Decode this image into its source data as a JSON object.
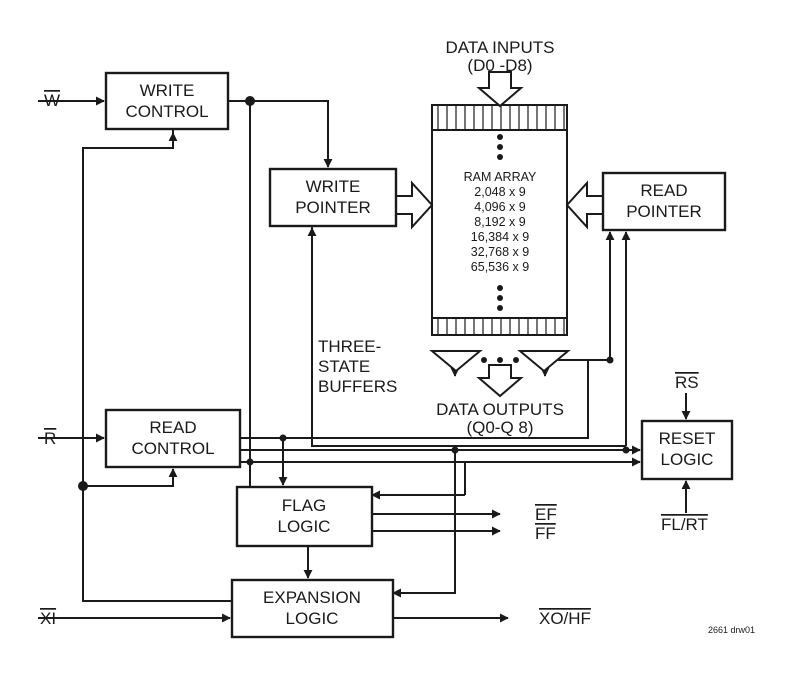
{
  "blocks": {
    "write_control": [
      "WRITE",
      "CONTROL"
    ],
    "write_pointer": [
      "WRITE",
      "POINTER"
    ],
    "read_pointer": [
      "READ",
      "POINTER"
    ],
    "read_control": [
      "READ",
      "CONTROL"
    ],
    "reset_logic": [
      "RESET",
      "LOGIC"
    ],
    "flag_logic": [
      "FLAG",
      "LOGIC"
    ],
    "expansion_logic": [
      "EXPANSION",
      "LOGIC"
    ]
  },
  "ram": {
    "title": "RAM ARRAY",
    "sizes": [
      "2,048 x 9",
      "4,096 x 9",
      "8,192 x 9",
      "16,384 x 9",
      "32,768 x 9",
      "65,536 x 9"
    ]
  },
  "labels": {
    "data_inputs": "DATA INPUTS",
    "data_inputs_range": "(D0 -D8)",
    "data_outputs": "DATA OUTPUTS",
    "data_outputs_range": "(Q0-Q 8)",
    "three_state_buffers": [
      "THREE-",
      "STATE",
      "BUFFERS"
    ]
  },
  "signals": {
    "w": "W",
    "r": "R",
    "xi": "XI",
    "rs": "RS",
    "fl_rt": "FL/RT",
    "ef": "EF",
    "ff": "FF",
    "xo_hf": "XO/HF"
  },
  "figure_id": "2661 drw01"
}
